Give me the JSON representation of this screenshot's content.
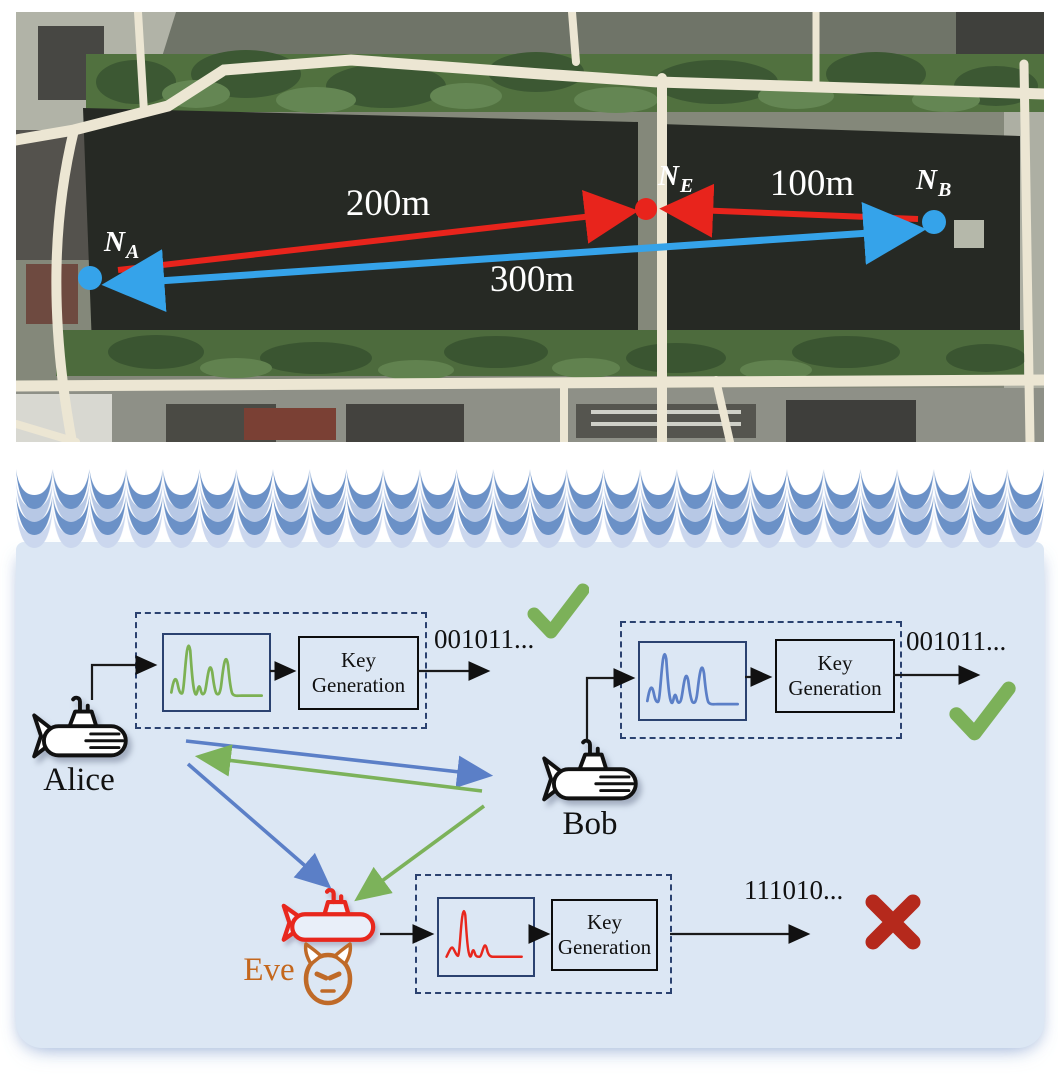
{
  "map": {
    "nodes": {
      "a": {
        "symbol": "N",
        "subscript": "A"
      },
      "e": {
        "symbol": "N",
        "subscript": "E"
      },
      "b": {
        "symbol": "N",
        "subscript": "B"
      }
    },
    "distances": {
      "a_to_e": "200m",
      "b_to_e": "100m",
      "a_to_b": "300m"
    },
    "colors": {
      "legit_node": "#35a3ea",
      "eavesdropper_node": "#e8241c",
      "eavesdrop_arrow": "#e8241c",
      "legit_arrow": "#35a3ea"
    }
  },
  "underwater": {
    "alice": {
      "name": "Alice",
      "keygen_line1": "Key",
      "keygen_line2": "Generation",
      "key_bits": "001011...",
      "outcome": "match"
    },
    "bob": {
      "name": "Bob",
      "keygen_line1": "Key",
      "keygen_line2": "Generation",
      "key_bits": "001011...",
      "outcome": "match"
    },
    "eve": {
      "name": "Eve",
      "keygen_line1": "Key",
      "keygen_line2": "Generation",
      "key_bits": "111010...",
      "outcome": "mismatch"
    },
    "colors": {
      "alice_spectrum": "#7cb153",
      "bob_spectrum": "#5b7fc7",
      "eve_spectrum": "#e8271d",
      "check_mark": "#7cb159",
      "cross_mark": "#b5291c",
      "eve_label": "#c4671d",
      "forward_channel": "#5b7fc7",
      "reverse_channel": "#7cb25a",
      "panel_background": "#dce7f4",
      "wave_dark": "#6b91c7",
      "wave_mid": "#b7c8e5",
      "wave_pale": "#cbd7ee"
    }
  }
}
